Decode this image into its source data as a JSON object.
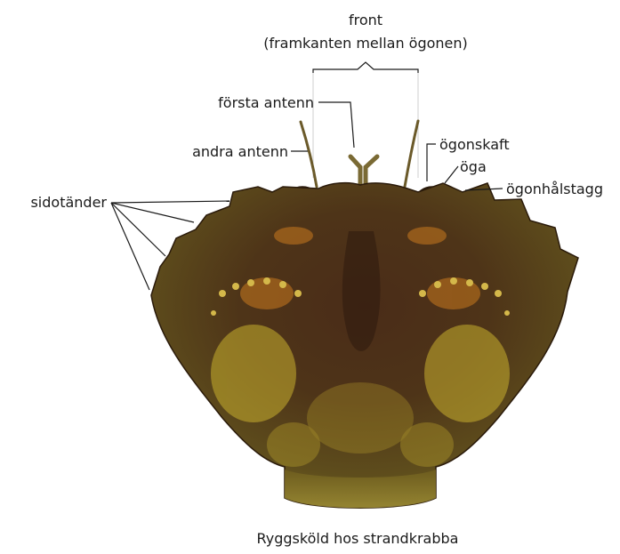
{
  "labels": {
    "front": "front",
    "front_sub": "(framkanten mellan ögonen)",
    "forsta_antenn": "första antenn",
    "andra_antenn": "andra antenn",
    "ogonskaft": "ögonskaft",
    "oga": "öga",
    "ogonhalstagg": "ögonhålstagg",
    "sidotander": "sidotänder"
  },
  "caption": "Ryggsköld hos strandkrabba",
  "colors": {
    "shell_dark": "#3a2416",
    "shell_mid": "#5a3a1c",
    "shell_olive": "#6b5a1e",
    "pattern_yellow": "#c9b02e",
    "pattern_orange": "#c9791e",
    "rim": "#8a7a2a"
  }
}
